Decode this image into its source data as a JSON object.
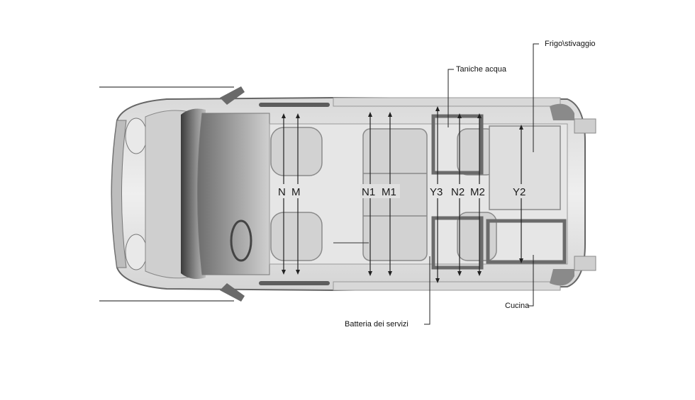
{
  "callouts": {
    "frigo": "Frigo\\stivaggio",
    "taniche": "Taniche acqua",
    "cucina": "Cucina",
    "batteria": "Batteria dei servizi"
  },
  "dimensions": {
    "n": "N",
    "m": "M",
    "n1": "N1",
    "m1": "M1",
    "y3": "Y3",
    "n2": "N2",
    "m2": "M2",
    "y2": "Y2"
  }
}
